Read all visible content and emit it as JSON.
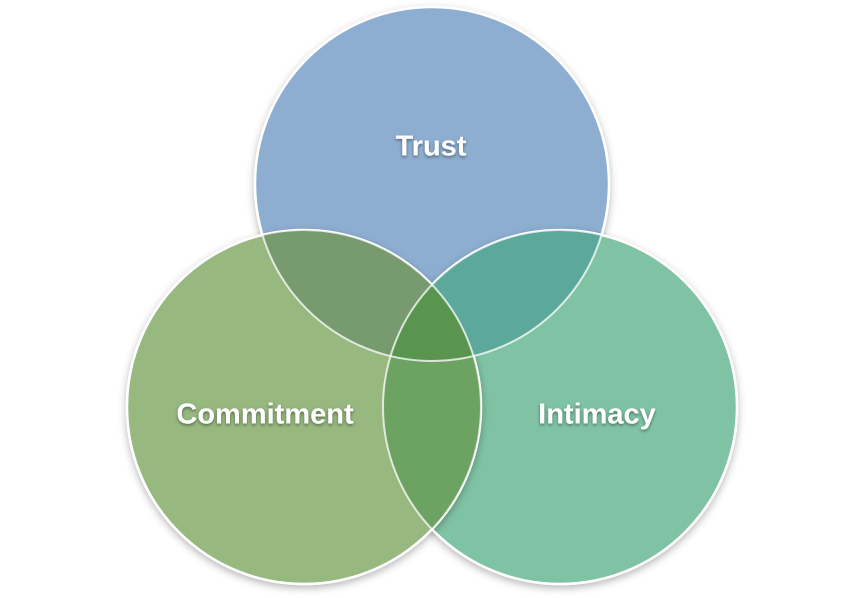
{
  "diagram": {
    "type": "venn",
    "sets": [
      {
        "key": "trust",
        "label": "Trust",
        "color": "#8eaed1"
      },
      {
        "key": "commitment",
        "label": "Commitment",
        "color": "#97b87f"
      },
      {
        "key": "intimacy",
        "label": "Intimacy",
        "color": "#80c3a4"
      }
    ],
    "overlaps": {
      "trust_commitment": "#779a6f",
      "trust_intimacy": "#5ca99c",
      "commitment_intimacy": "#6da362",
      "center": "#5a9550"
    }
  }
}
